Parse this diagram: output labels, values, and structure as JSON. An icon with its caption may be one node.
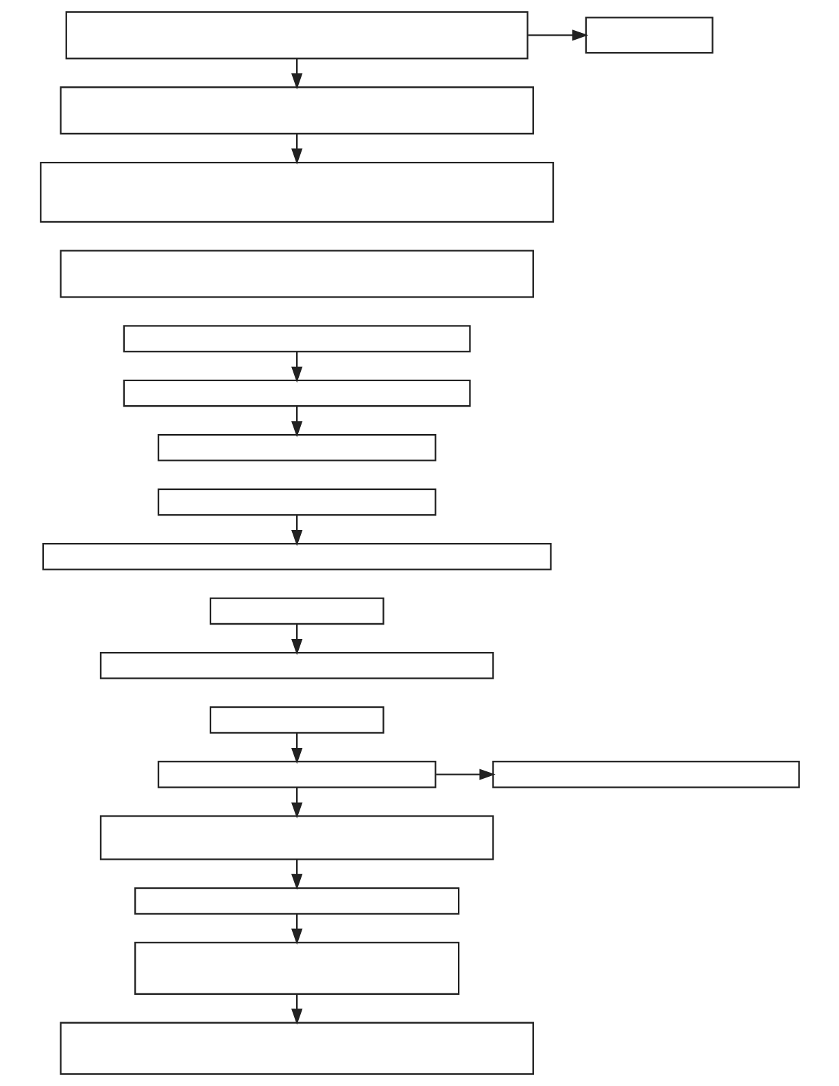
{
  "diagram": {
    "nodes": [
      {
        "text": [],
        "shape": "box"
      },
      {
        "text": [],
        "shape": "box"
      },
      {
        "text": [],
        "shape": "box"
      },
      {
        "text": [],
        "shape": "box"
      },
      {
        "text": [],
        "shape": "box"
      },
      {
        "text": [],
        "shape": "box"
      },
      {
        "text": [],
        "shape": "box"
      },
      {
        "text": [],
        "shape": "box"
      },
      {
        "text": [],
        "shape": "box"
      },
      {
        "text": [],
        "shape": "box"
      },
      {
        "text": [],
        "shape": "box"
      },
      {
        "text": [],
        "shape": "box"
      },
      {
        "text": [],
        "shape": "box"
      },
      {
        "text": [],
        "shape": "box"
      },
      {
        "text": [],
        "shape": "box"
      },
      {
        "text": [],
        "shape": "box"
      },
      {
        "text": [],
        "shape": "box"
      },
      {
        "text": [],
        "shape": "box"
      },
      {
        "text": [],
        "shape": "box"
      }
    ],
    "edges": [
      {
        "from": 0,
        "to": 1,
        "arrow": "to"
      },
      {
        "from": 0,
        "to": 2,
        "arrow": "to"
      },
      {
        "from": 2,
        "to": 3,
        "arrow": "to"
      },
      {
        "from": 5,
        "to": 6,
        "arrow": "to"
      },
      {
        "from": 6,
        "to": 7,
        "arrow": "to"
      },
      {
        "from": 8,
        "to": 9,
        "arrow": "to"
      },
      {
        "from": 10,
        "to": 11,
        "arrow": "to"
      },
      {
        "from": 12,
        "to": 13,
        "arrow": "to"
      },
      {
        "from": 13,
        "to": 14,
        "arrow": "to"
      },
      {
        "from": 13,
        "to": 15,
        "arrow": "to"
      },
      {
        "from": 15,
        "to": 16,
        "arrow": "to"
      },
      {
        "from": 16,
        "to": 17,
        "arrow": "to"
      },
      {
        "from": 17,
        "to": 18,
        "arrow": "to"
      }
    ]
  }
}
